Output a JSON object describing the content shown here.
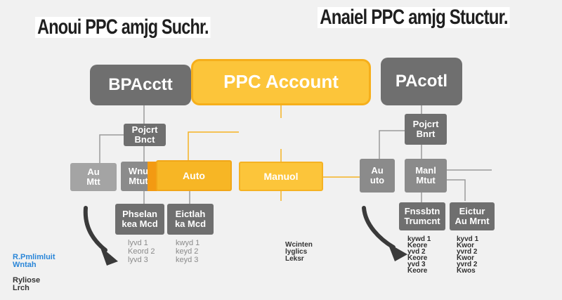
{
  "titles": {
    "left": "Anoui PPC amjg Suchr.",
    "right": "Anaiel PPC amjg Stuctur."
  },
  "hub": {
    "label": "PPC Account"
  },
  "left_tree": {
    "account_label": "BPAcctt",
    "campaign_label": "Pojcrt\nBnct",
    "group_labels": [
      "Au\nMtt",
      "Wnu\nMtut",
      "Auto"
    ],
    "adgroup_labels": [
      "Phselan\nkea Mcd",
      "Eictlah\nka Mcd"
    ],
    "keywords_left": "lyvd 1\nKeord 2\nlyvd 3",
    "keywords_right": "kwyd 1\nkeyd 2\nkeyd 3"
  },
  "center": {
    "manual_label": "Manuol"
  },
  "right_tree": {
    "account_label": "PAcotl",
    "campaign_label": "Pojcrt\nBnrt",
    "group_labels": [
      "Au\nuto",
      "Manl\nMtut"
    ],
    "adgroup_labels": [
      "Fnssbtn\nTrumcnt",
      "Eictur\nAu Mrnt"
    ],
    "keywords_left": "kywd 1\nKeore\nyvd 2\nKeore\nyvd 3\nKeore",
    "keywords_right": "kyvd 1\nKwor\nyvrd 2\nKwor\nyvrd 2\nKwos"
  },
  "logos": {
    "left_blue": "R.Pmlimluit\nWntah",
    "left_dark": "Ryliose\nLrch",
    "right": "Wcinten\nlyglics\nLeksr"
  }
}
